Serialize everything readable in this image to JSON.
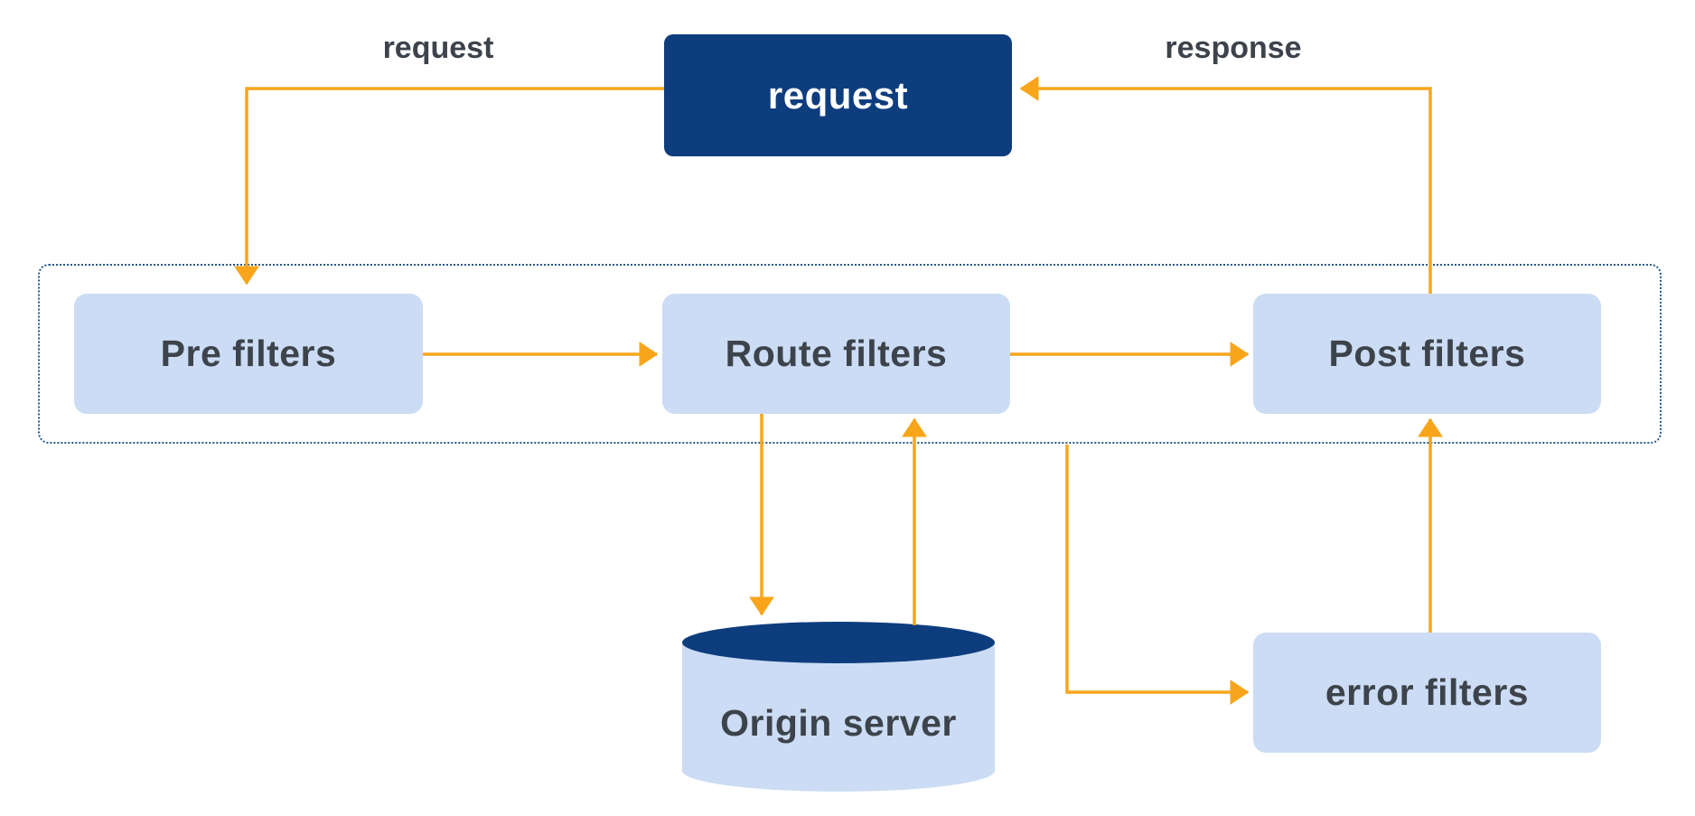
{
  "colors": {
    "background": "#ffffff",
    "navy": "#0e3d7e",
    "light_blue": "#cbdcf4",
    "arrow": "#f9a51b",
    "text": "#3d434b",
    "dotted_border": "#27598c",
    "request_text": "#ffffff"
  },
  "nodes": {
    "request": {
      "label": "request"
    },
    "pre_filters": {
      "label": "Pre filters"
    },
    "route_filters": {
      "label": "Route filters"
    },
    "post_filters": {
      "label": "Post filters"
    },
    "error_filters": {
      "label": "error filters"
    },
    "origin_server": {
      "label": "Origin server"
    }
  },
  "edge_labels": {
    "request": "request",
    "response": "response"
  },
  "edges": [
    {
      "from": "request",
      "to": "pre_filters",
      "label": "request"
    },
    {
      "from": "pre_filters",
      "to": "route_filters",
      "label": ""
    },
    {
      "from": "route_filters",
      "to": "post_filters",
      "label": ""
    },
    {
      "from": "route_filters",
      "to": "origin_server",
      "label": ""
    },
    {
      "from": "origin_server",
      "to": "route_filters",
      "label": ""
    },
    {
      "from": "post_filters",
      "to": "request",
      "label": "response"
    },
    {
      "from": "filter_container",
      "to": "error_filters",
      "label": ""
    },
    {
      "from": "error_filters",
      "to": "post_filters",
      "label": ""
    }
  ]
}
